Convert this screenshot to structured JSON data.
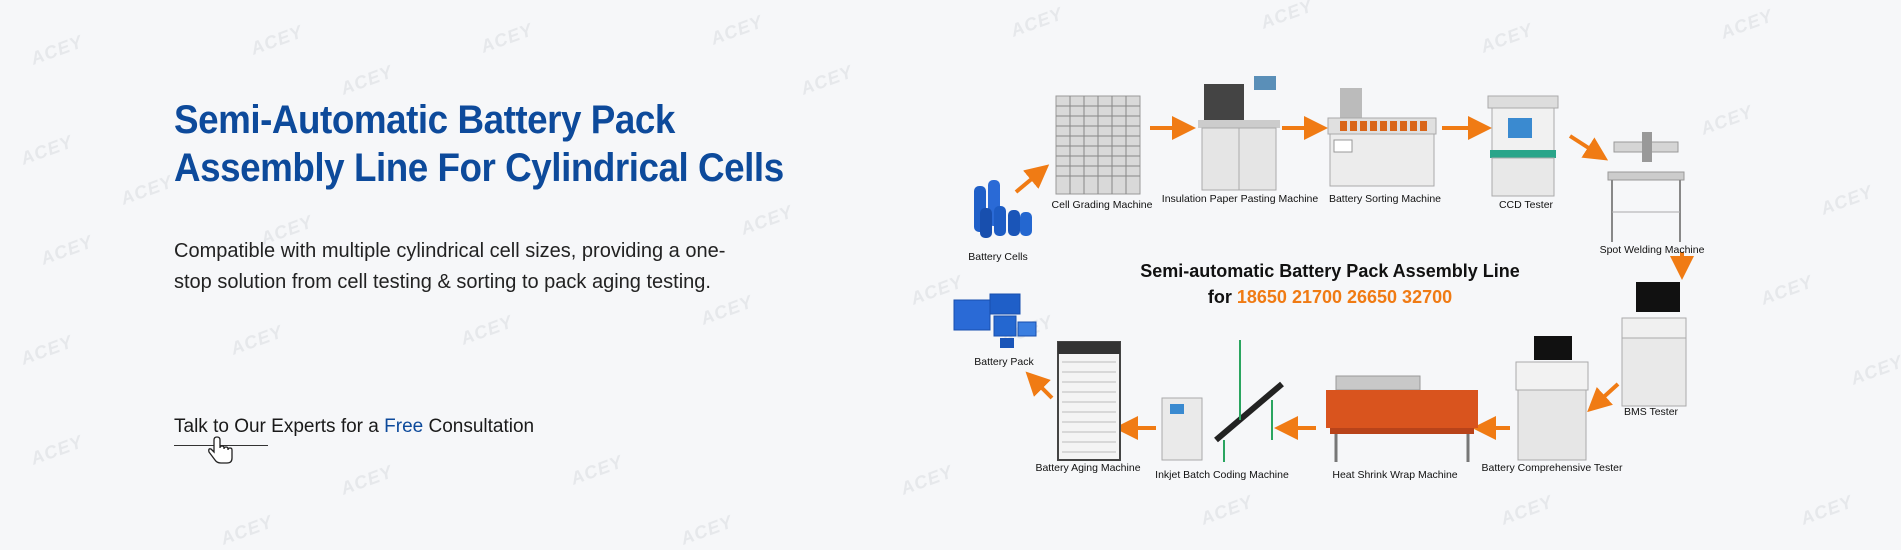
{
  "hero": {
    "title_line1": "Semi-Automatic Battery Pack",
    "title_line2": "Assembly Line For Cylindrical Cells",
    "description": "Compatible with multiple cylindrical cell sizes, providing a one-stop solution from cell testing & sorting to pack aging testing.",
    "cta_prefix": "Talk to Our Experts for a ",
    "cta_highlight": "Free",
    "cta_suffix": " Consultation"
  },
  "watermark": "ACEY",
  "diagram": {
    "title_line1": "Semi-automatic Battery Pack Assembly Line",
    "title_for": "for ",
    "title_sizes": "18650 21700 26650 32700",
    "labels": {
      "battery_cells": "Battery Cells",
      "cell_grading": "Cell Grading Machine",
      "insulation_paper": "Insulation Paper Pasting Machine",
      "battery_sorting": "Battery Sorting Machine",
      "ccd_tester": "CCD Tester",
      "spot_welding": "Spot Welding Machine",
      "bms_tester": "BMS Tester",
      "comprehensive_tester": "Battery Comprehensive Tester",
      "heat_shrink": "Heat Shrink Wrap Machine",
      "inkjet_coding": "Inkjet Batch Coding Machine",
      "aging_machine": "Battery Aging Machine",
      "battery_pack": "Battery Pack"
    }
  },
  "colors": {
    "title_blue": "#0d4a9b",
    "arrow_orange": "#f07b14",
    "background": "#f6f7f9"
  }
}
